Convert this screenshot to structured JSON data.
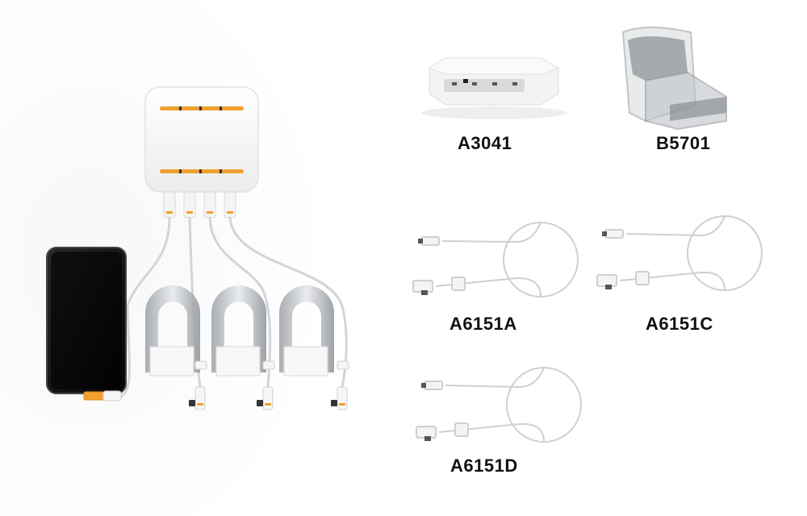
{
  "products": {
    "a3041": {
      "label": "A3041"
    },
    "b5701": {
      "label": "B5701"
    },
    "a6151a": {
      "label": "A6151A"
    },
    "a6151c": {
      "label": "A6151C"
    },
    "a6151d": {
      "label": "A6151D"
    }
  },
  "colors": {
    "accent_orange": "#f0a030",
    "hub_white": "#f6f6f6",
    "cable_gray": "#cfcfcf",
    "phone_black": "#111111",
    "label_black": "#111111"
  }
}
